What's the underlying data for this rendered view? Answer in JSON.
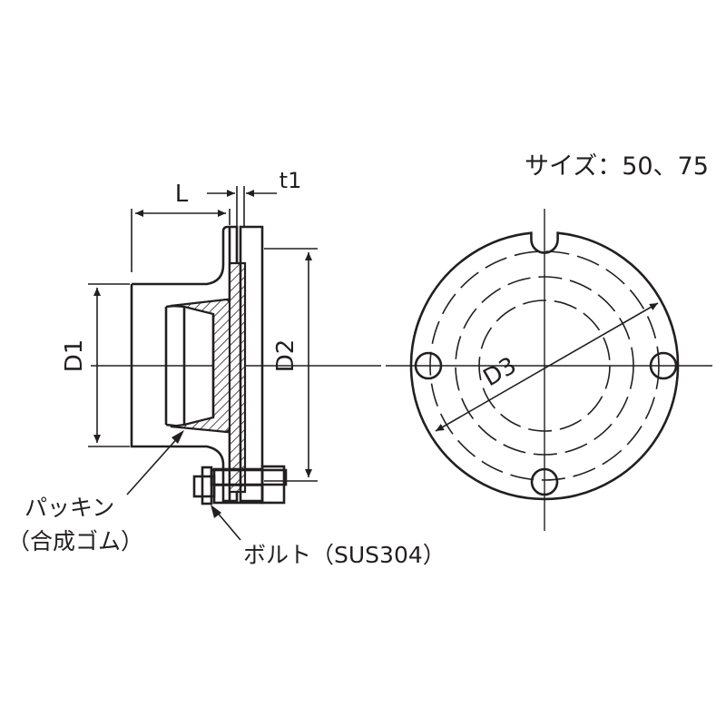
{
  "size_note": "サイズ：50、75",
  "dimensions": {
    "L": "L",
    "t1": "t1",
    "D1": "D1",
    "D2": "D2",
    "D3": "D3"
  },
  "callouts": {
    "packing_line1": "パッキン",
    "packing_line2": "（合成ゴム）",
    "bolt": "ボルト（SUS304）"
  }
}
